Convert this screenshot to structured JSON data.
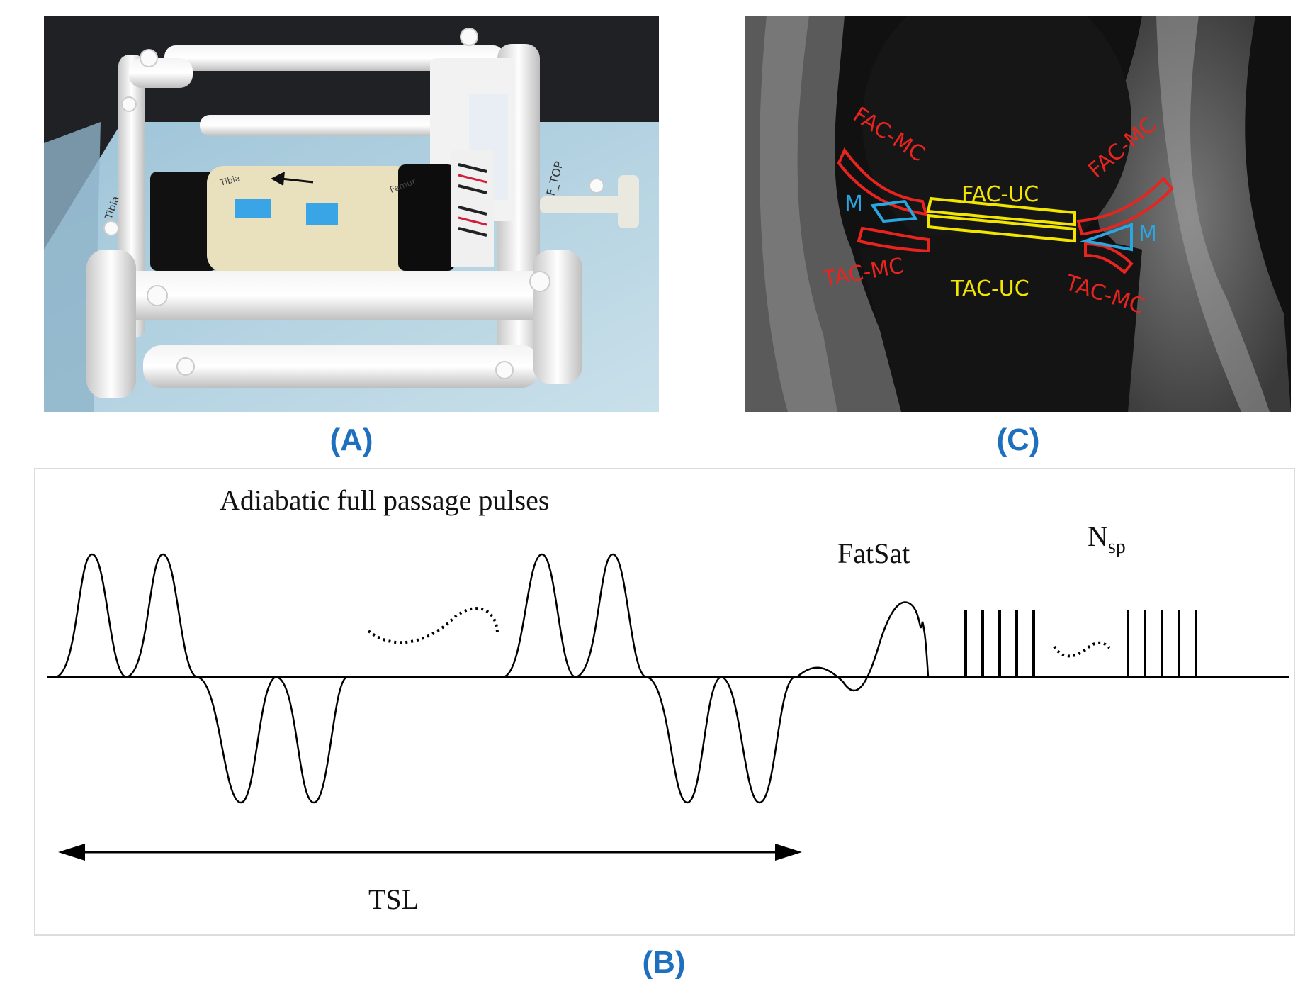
{
  "panels": {
    "a": {
      "caption": "(A)"
    },
    "b": {
      "caption": "(B)",
      "title": "Adiabatic full passage pulses",
      "fatsat_label": "FatSat",
      "nsp_label_main": "N",
      "nsp_label_sub": "sp",
      "tsl_label": "TSL"
    },
    "c": {
      "caption": "(C)",
      "labels": {
        "fac_mc_left": "FAC-MC",
        "fac_mc_right": "FAC-MC",
        "fac_uc": "FAC-UC",
        "tac_mc_left": "TAC-MC",
        "tac_mc_right": "TAC-MC",
        "tac_uc": "TAC-UC",
        "m_left": "M",
        "m_right": "M"
      },
      "photo_labels": {
        "tape_1": "Tibia",
        "tape_2": "Femur",
        "tape_3": "F_TOP",
        "tape_4": "Tibia"
      }
    }
  },
  "colors": {
    "caption_blue": "#1f6fbf",
    "roi_red": "#e8241f",
    "roi_yellow": "#f2e600",
    "roi_cyan": "#2aa6e0"
  }
}
